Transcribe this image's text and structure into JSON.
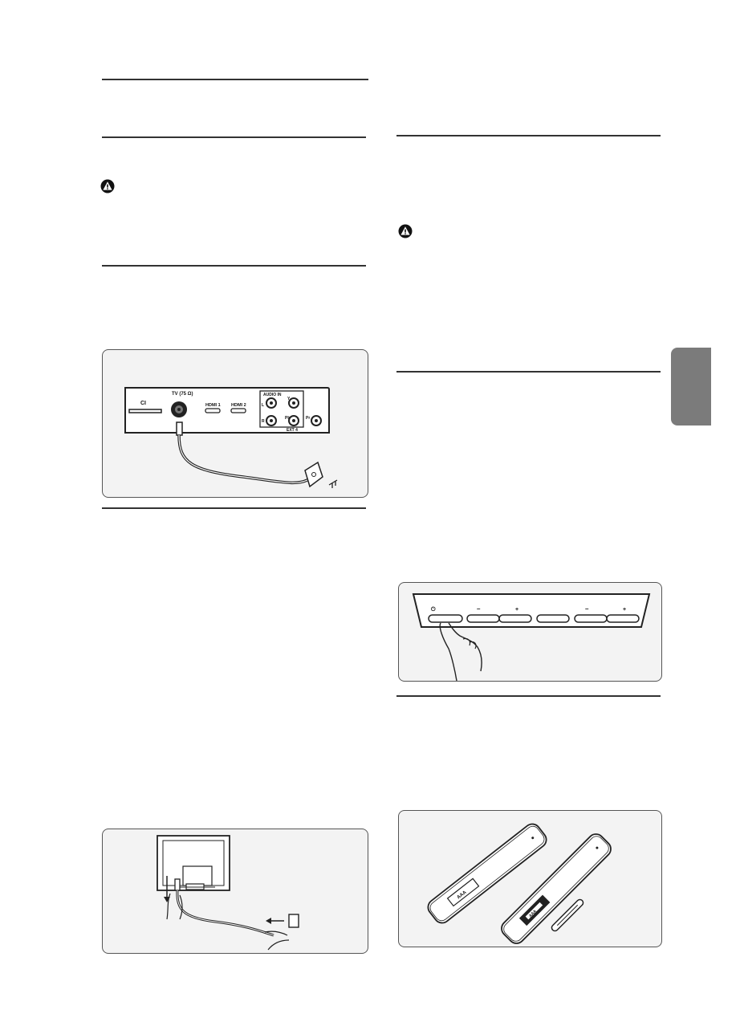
{
  "connector_panel": {
    "ci_label": "CI",
    "antenna_label": "TV (75 Ω)",
    "hdmi1_label": "HDMI 1",
    "hdmi2_label": "HDMI 2",
    "audio_in_label": "AUDIO IN",
    "audio_l_label": "L",
    "audio_r_label": "R",
    "y_label": "Y",
    "pb_label": "Pb",
    "pr_label": "Pr",
    "ext_label": "EXT 4"
  },
  "control_bar": {
    "power_symbol": "⏻",
    "minus1": "–",
    "plus1": "+",
    "minus2": "–",
    "plus2": "+"
  },
  "battery": {
    "label1": "AAA",
    "label2": "AAA"
  },
  "colors": {
    "rule": "#333333",
    "panel_bg": "#f3f3f3",
    "side_tab": "#7b7b7b"
  }
}
